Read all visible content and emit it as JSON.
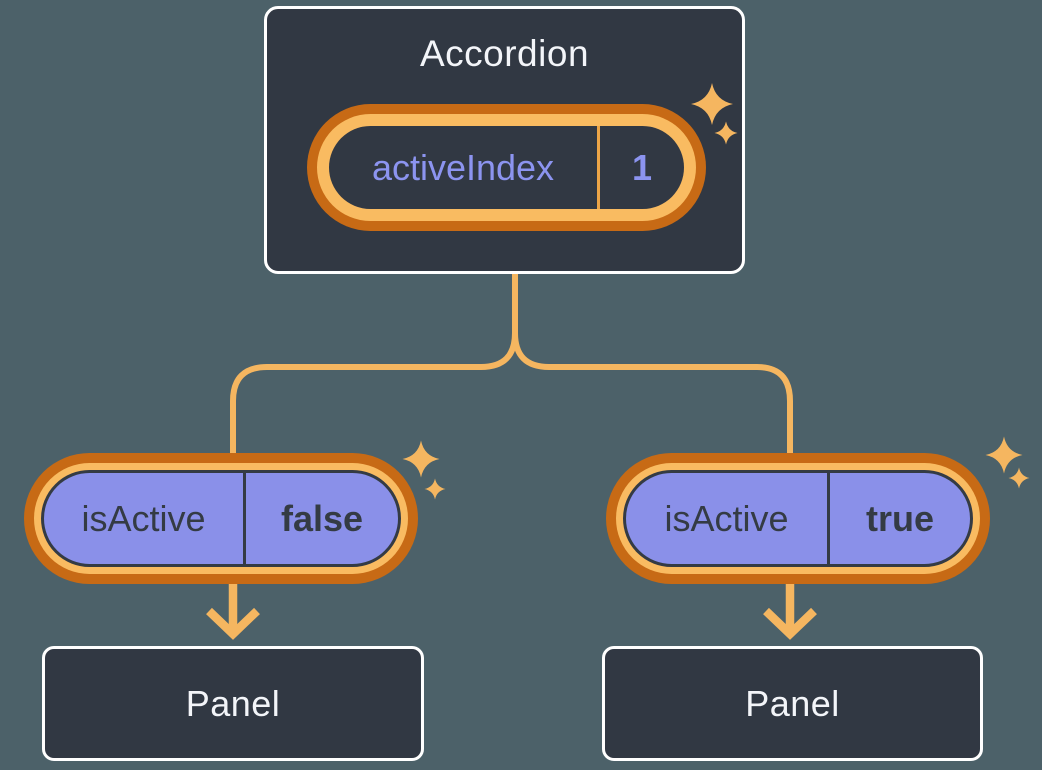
{
  "theme": {
    "bg": "#4C6169",
    "node_fill": "#313843",
    "node_border": "#FFFFFF",
    "light_text": "#F3F5F9",
    "orange_dark": "#C76A15",
    "orange_light": "#F9BB61",
    "connector": "#F5B660",
    "divider_orange": "#ECA547",
    "purple_fill": "#8A90E9",
    "purple_text": "#8C94F0",
    "dark_text": "#343B44"
  },
  "accordion": {
    "title": "Accordion",
    "state": {
      "name": "activeIndex",
      "value": "1"
    }
  },
  "children": [
    {
      "prop": {
        "name": "isActive",
        "value": "false"
      },
      "panel": {
        "title": "Panel"
      }
    },
    {
      "prop": {
        "name": "isActive",
        "value": "true"
      },
      "panel": {
        "title": "Panel"
      }
    }
  ],
  "icons": [
    "sparkle-icon-accordion-large",
    "sparkle-icon-accordion-small",
    "sparkle-icon-left-prop-large",
    "sparkle-icon-left-prop-small",
    "sparkle-icon-right-prop-large",
    "sparkle-icon-right-prop-small"
  ]
}
